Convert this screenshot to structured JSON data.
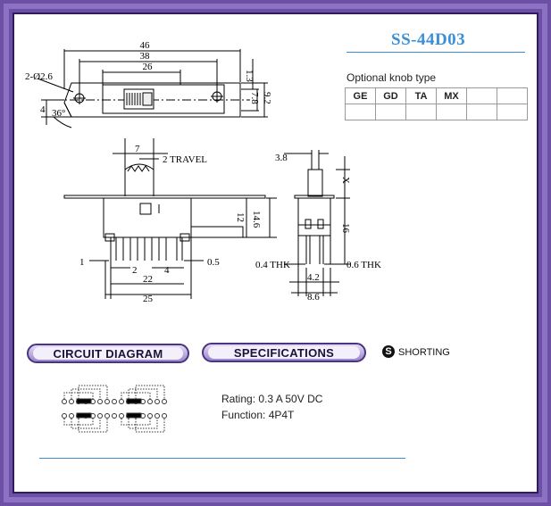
{
  "part_number": "SS-44D03",
  "knob": {
    "title": "Optional knob type",
    "types": [
      "GE",
      "GD",
      "TA",
      "MX",
      "",
      ""
    ]
  },
  "top_view": {
    "dims": {
      "overall": "46",
      "hole_pitch": "38",
      "slot": "26",
      "holes": "2-Ø2.6",
      "d13": "1.3",
      "d78": "7.8",
      "d92": "9.2",
      "d4": "4",
      "angle": "36°"
    }
  },
  "front_view": {
    "dims": {
      "knob_width": "7",
      "travel": "2  TRAVEL",
      "height12": "12",
      "height146": "14.6",
      "pin1": "1",
      "pin_dim": "0.5",
      "pitch2": "2",
      "gap4": "4",
      "span22": "22",
      "span25": "25",
      "thk_left": "0.4 THK"
    }
  },
  "side_view": {
    "dims": {
      "knob": "3.8",
      "x": "X",
      "height16": "16",
      "thk_right": "0.6 THK",
      "w42": "4.2",
      "w86": "8.6"
    }
  },
  "sections": {
    "circuit": "CIRCUIT DIAGRAM",
    "specs": "SPECIFICATIONS",
    "shorting_symbol": "S",
    "shorting": "SHORTING"
  },
  "specifications": {
    "rating": "Rating: 0.3 A 50V DC",
    "function": "Function: 4P4T"
  },
  "colors": {
    "frame": "#6d4fa6",
    "accent": "#3b8fd6"
  }
}
